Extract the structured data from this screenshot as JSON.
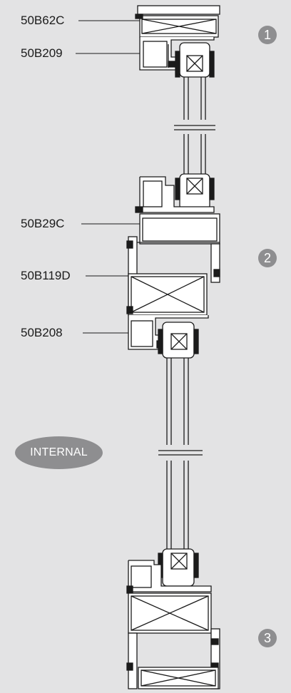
{
  "callouts": [
    {
      "code": "50B62C"
    },
    {
      "code": "50B209"
    },
    {
      "code": "50B29C"
    },
    {
      "code": "50B119D"
    },
    {
      "code": "50B208"
    }
  ],
  "sections": [
    "1",
    "2",
    "3"
  ],
  "side_label": "INTERNAL",
  "colors": {
    "background": "#e3e3e4",
    "profile_fill": "#ffffff",
    "line": "#1b1b1b",
    "badge": "#8e8e90"
  }
}
